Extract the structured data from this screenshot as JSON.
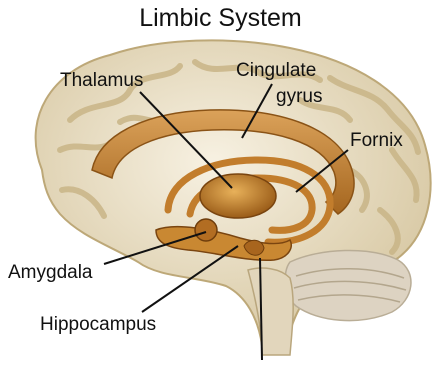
{
  "title": "Limbic System",
  "labels": {
    "thalamus": "Thalamus",
    "cingulate_line1": "Cingulate",
    "cingulate_line2": "gyrus",
    "fornix": "Fornix",
    "amygdala": "Amygdala",
    "hippocampus": "Hippocampus"
  },
  "colors": {
    "brain_fill": "#efe6cf",
    "brain_shadow": "#d8c9a4",
    "limbic_fill": "#c8852a",
    "limbic_dark": "#8a5316",
    "cerebellum": "#d9cfbd",
    "leader_line": "#111111"
  }
}
